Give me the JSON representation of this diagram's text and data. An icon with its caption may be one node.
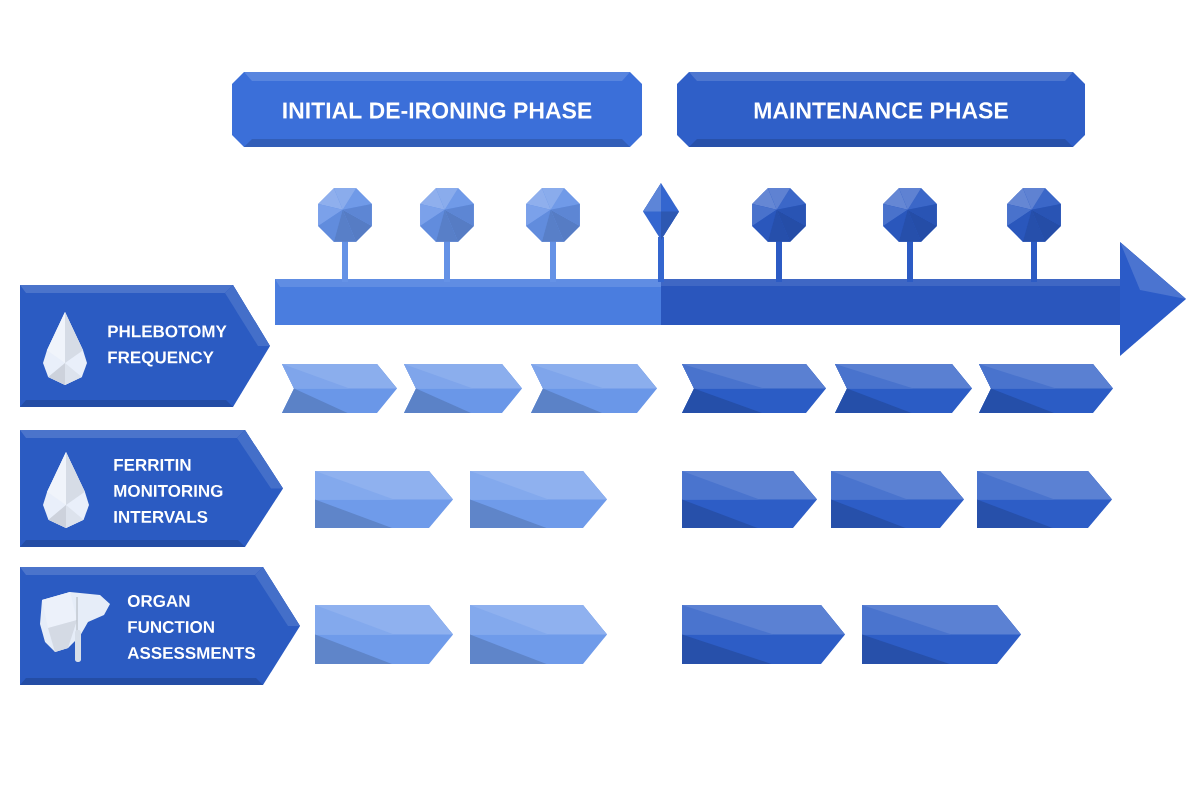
{
  "diagram": {
    "nodes": [
      {
        "text": [
          "INITIAL DE-IRONING PHASE"
        ]
      },
      {
        "text": [
          "MAINTENANCE PHASE"
        ]
      },
      {
        "text": [],
        "shape": "octagon"
      },
      {
        "text": [],
        "shape": "octagon"
      },
      {
        "text": [],
        "shape": "octagon"
      },
      {
        "text": [],
        "shape": "diamond"
      },
      {
        "text": [],
        "shape": "octagon"
      },
      {
        "text": [],
        "shape": "octagon"
      },
      {
        "text": [],
        "shape": "octagon"
      },
      {
        "text": [
          "PHLEBOTOMY FREQUENCY"
        ]
      },
      {
        "text": [],
        "shape": "chevron"
      },
      {
        "text": [],
        "shape": "chevron"
      },
      {
        "text": [],
        "shape": "chevron"
      },
      {
        "text": [],
        "shape": "chevron"
      },
      {
        "text": [],
        "shape": "chevron"
      },
      {
        "text": [],
        "shape": "chevron"
      },
      {
        "text": [
          "FERRITIN MONITORING INTERVALS"
        ]
      },
      {
        "text": [],
        "shape": "pentagon"
      },
      {
        "text": [],
        "shape": "pentagon"
      },
      {
        "text": [],
        "shape": "pentagon"
      },
      {
        "text": [],
        "shape": "pentagon"
      },
      {
        "text": [],
        "shape": "pentagon"
      },
      {
        "text": [
          "ORGAN FUNCTION ASSESSMENTS"
        ]
      },
      {
        "text": [],
        "shape": "pentagon"
      },
      {
        "text": [],
        "shape": "pentagon"
      },
      {
        "text": [],
        "shape": "pentagon"
      },
      {
        "text": [],
        "shape": "pentagon"
      }
    ]
  }
}
